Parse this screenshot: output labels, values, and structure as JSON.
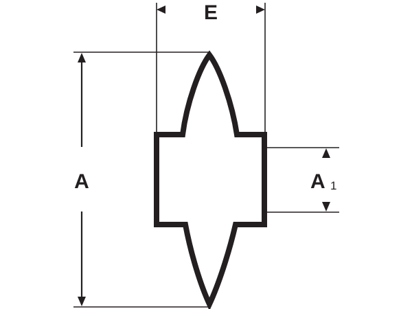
{
  "diagram": {
    "labels": {
      "overall_height": "A",
      "width": "E",
      "inner_height_main": "A",
      "inner_height_sub": "1"
    },
    "colors": {
      "ink": "#231f20",
      "background": "#ffffff"
    }
  }
}
